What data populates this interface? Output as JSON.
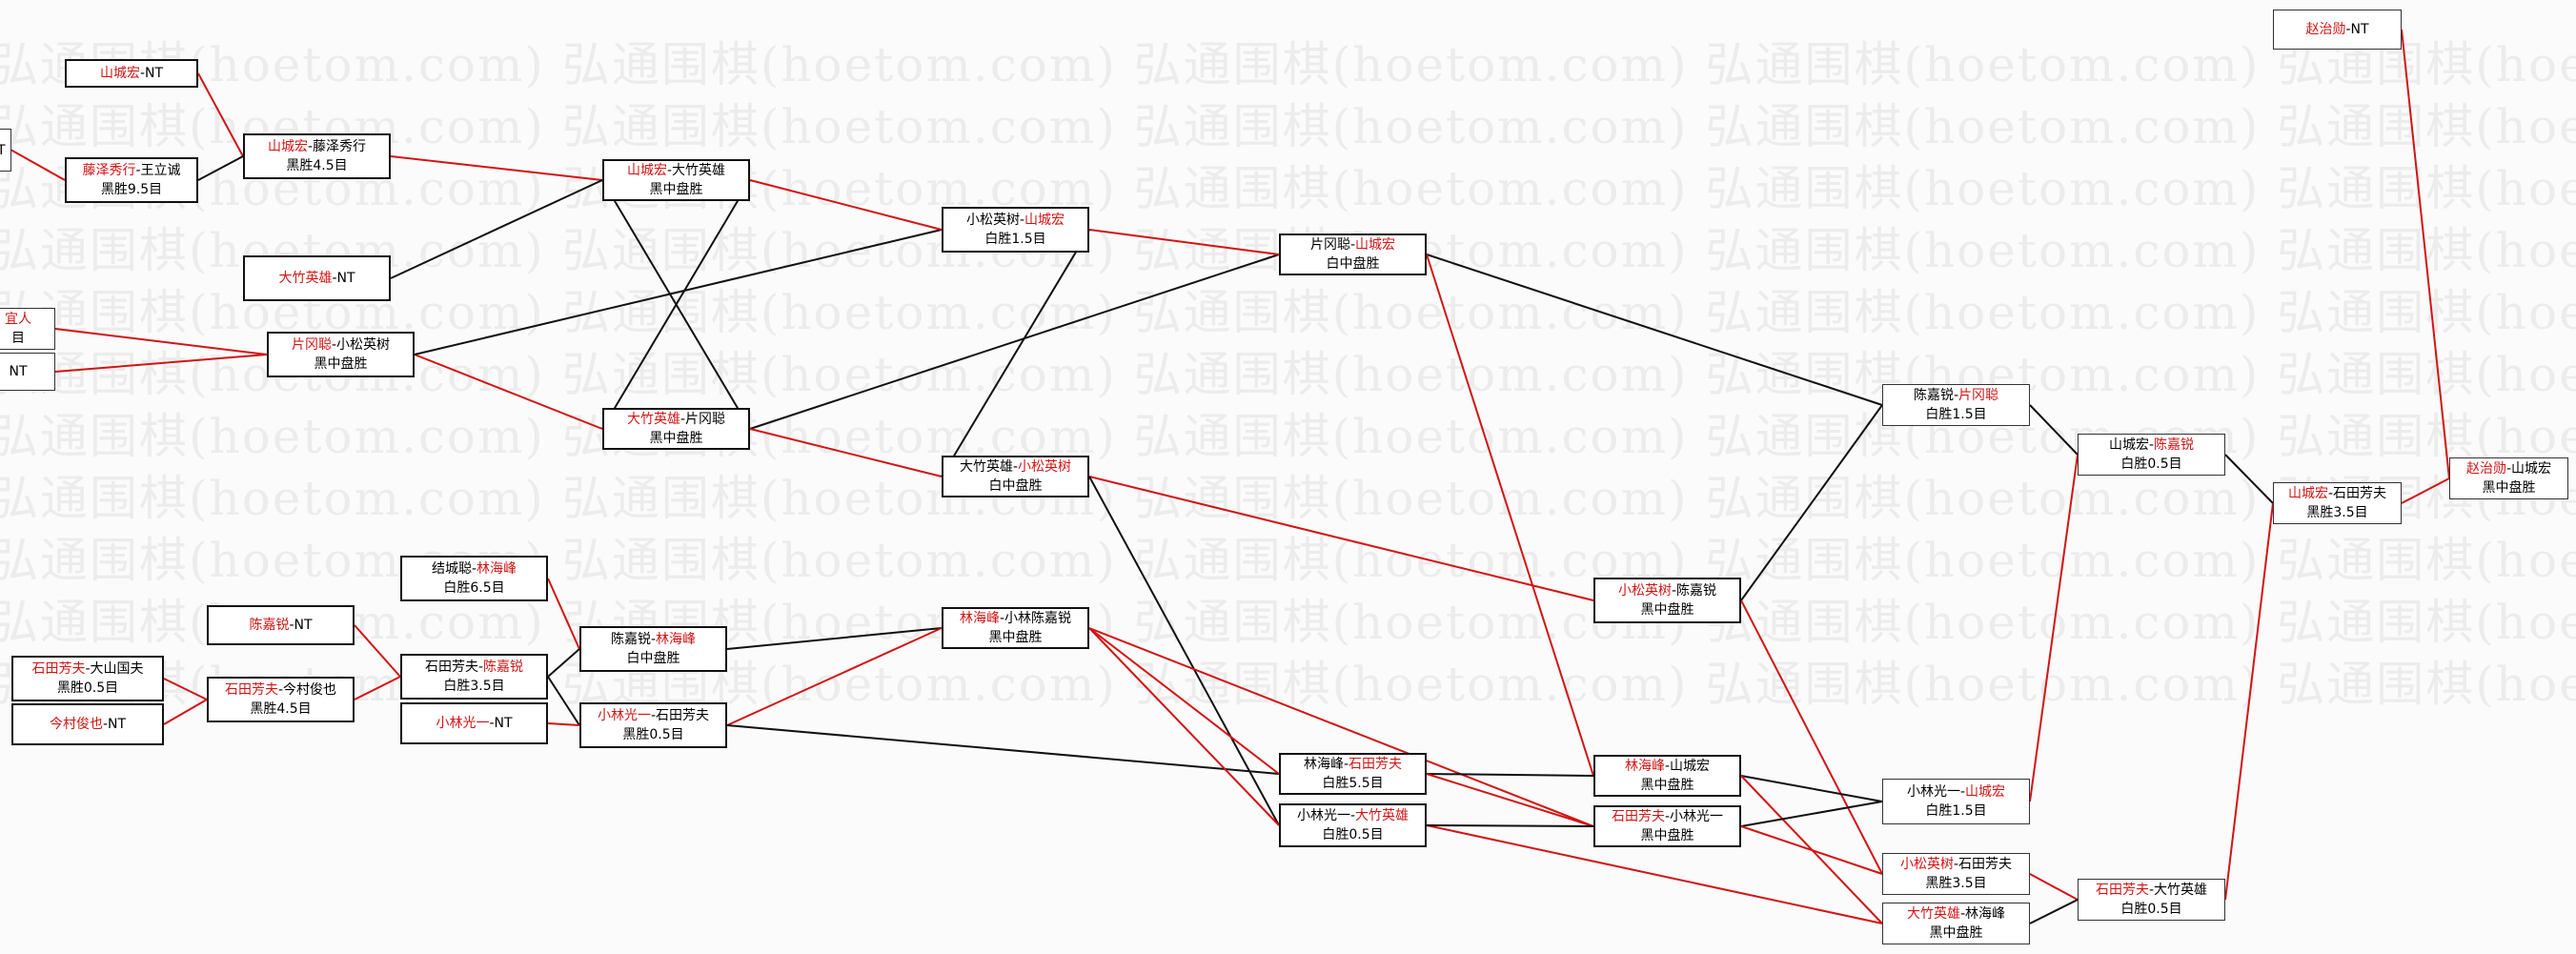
{
  "watermark": "弘通围棋(hoetom.com)",
  "colors": {
    "winner": "#d21414",
    "loser_edge": "#111111",
    "winner_edge": "#d21414"
  },
  "nodes": [
    {
      "id": "n_a1",
      "p1": "",
      "p2": "NT",
      "p1_win": false,
      "result": ""
    },
    {
      "id": "n_a2",
      "p1": "山城宏",
      "p2": "NT",
      "p1_win": true,
      "result": ""
    },
    {
      "id": "n_a3",
      "p1": "藤泽秀行",
      "p2": "王立诚",
      "p1_win": true,
      "result": "黑胜9.5目"
    },
    {
      "id": "n_a4",
      "p1": "山城宏",
      "p2": "藤泽秀行",
      "p1_win": true,
      "result": "黑胜4.5目"
    },
    {
      "id": "n_a5",
      "p1": "大竹英雄",
      "p2": "NT",
      "p1_win": true,
      "result": ""
    },
    {
      "id": "n_a6",
      "p1": "山城宏",
      "p2": "大竹英雄",
      "p1_win": true,
      "result": "黑中盘胜"
    },
    {
      "id": "n_b1",
      "p1": "",
      "p2": "宜人",
      "p1_win": false,
      "result": "目"
    },
    {
      "id": "n_b2",
      "p1": "",
      "p2": "NT",
      "p1_win": false,
      "result": ""
    },
    {
      "id": "n_b3",
      "p1": "片冈聪",
      "p2": "小松英树",
      "p1_win": true,
      "result": "黑中盘胜"
    },
    {
      "id": "n_b4",
      "p1": "大竹英雄",
      "p2": "片冈聪",
      "p1_win": true,
      "result": "黑中盘胜"
    },
    {
      "id": "n_c1",
      "p1": "小松英树",
      "p2": "山城宏",
      "p1_win": false,
      "result": "白胜1.5目"
    },
    {
      "id": "n_c2",
      "p1": "大竹英雄",
      "p2": "小松英树",
      "p1_win": false,
      "result": "白中盘胜"
    },
    {
      "id": "n_c3",
      "p1": "片冈聪",
      "p2": "山城宏",
      "p1_win": false,
      "result": "白中盘胜"
    },
    {
      "id": "n_d1",
      "p1": "陈嘉锐",
      "p2": "NT",
      "p1_win": true,
      "result": ""
    },
    {
      "id": "n_d2",
      "p1": "结城聪",
      "p2": "林海峰",
      "p1_win": false,
      "result": "白胜6.5目"
    },
    {
      "id": "n_d3",
      "p1": "石田芳夫",
      "p2": "大山国夫",
      "p1_win": true,
      "result": "黑胜0.5目"
    },
    {
      "id": "n_d4",
      "p1": "今村俊也",
      "p2": "NT",
      "p1_win": true,
      "result": ""
    },
    {
      "id": "n_d5",
      "p1": "石田芳夫",
      "p2": "今村俊也",
      "p1_win": true,
      "result": "黑胜4.5目"
    },
    {
      "id": "n_d6",
      "p1": "石田芳夫",
      "p2": "陈嘉锐",
      "p1_win": false,
      "result": "白胜3.5目"
    },
    {
      "id": "n_d7",
      "p1": "小林光一",
      "p2": "NT",
      "p1_win": true,
      "result": ""
    },
    {
      "id": "n_d8",
      "p1": "陈嘉锐",
      "p2": "林海峰",
      "p1_win": false,
      "result": "白中盘胜"
    },
    {
      "id": "n_d9",
      "p1": "小林光一",
      "p2": "石田芳夫",
      "p1_win": true,
      "result": "黑胜0.5目"
    },
    {
      "id": "n_d10",
      "p1": "林海峰",
      "p2": "小林陈嘉锐",
      "p1_win": true,
      "result": "黑中盘胜"
    },
    {
      "id": "n_e1",
      "p1": "林海峰",
      "p2": "石田芳夫",
      "p1_win": false,
      "result": "白胜5.5目"
    },
    {
      "id": "n_e2",
      "p1": "小林光一",
      "p2": "大竹英雄",
      "p1_win": false,
      "result": "白胜0.5目"
    },
    {
      "id": "n_f1",
      "p1": "小松英树",
      "p2": "陈嘉锐",
      "p1_win": true,
      "result": "黑中盘胜"
    },
    {
      "id": "n_f2",
      "p1": "林海峰",
      "p2": "山城宏",
      "p1_win": true,
      "result": "黑中盘胜"
    },
    {
      "id": "n_f3",
      "p1": "石田芳夫",
      "p2": "小林光一",
      "p1_win": true,
      "result": "黑中盘胜"
    },
    {
      "id": "n_g1",
      "p1": "陈嘉锐",
      "p2": "片冈聪",
      "p1_win": false,
      "result": "白胜1.5目"
    },
    {
      "id": "n_g2",
      "p1": "小林光一",
      "p2": "山城宏",
      "p1_win": false,
      "result": "白胜1.5目"
    },
    {
      "id": "n_g3",
      "p1": "小松英树",
      "p2": "石田芳夫",
      "p1_win": true,
      "result": "黑胜3.5目"
    },
    {
      "id": "n_g4",
      "p1": "大竹英雄",
      "p2": "林海峰",
      "p1_win": true,
      "result": "黑中盘胜"
    },
    {
      "id": "n_h1",
      "p1": "山城宏",
      "p2": "陈嘉锐",
      "p1_win": false,
      "result": "白胜0.5目"
    },
    {
      "id": "n_h2",
      "p1": "石田芳夫",
      "p2": "大竹英雄",
      "p1_win": true,
      "result": "白胜0.5目"
    },
    {
      "id": "n_i1",
      "p1": "山城宏",
      "p2": "石田芳夫",
      "p1_win": true,
      "result": "黑胜3.5目"
    },
    {
      "id": "n_j1",
      "p1": "赵治勋",
      "p2": "NT",
      "p1_win": true,
      "result": ""
    },
    {
      "id": "n_j2",
      "p1": "赵治勋",
      "p2": "山城宏",
      "p1_win": true,
      "result": "黑中盘胜"
    }
  ]
}
